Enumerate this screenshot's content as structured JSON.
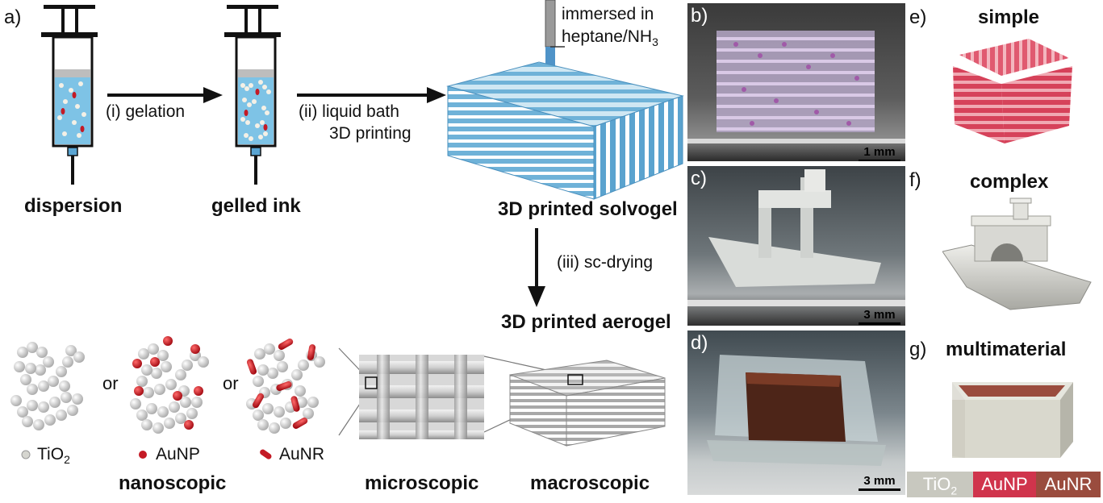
{
  "panel_labels": {
    "a": "a)",
    "b": "b)",
    "c": "c)",
    "d": "d)",
    "e": "e)",
    "f": "f)",
    "g": "g)"
  },
  "process": {
    "dispersion": "dispersion",
    "gelled_ink": "gelled ink",
    "step1": "(i) gelation",
    "step2_line1": "(ii) liquid bath",
    "step2_line2": "3D printing",
    "immersed_line1": "immersed in",
    "immersed_line2": "heptane/NH",
    "immersed_sub": "3",
    "solvogel": "3D printed solvogel",
    "step3": "(iii) sc-drying",
    "aerogel": "3D printed aerogel"
  },
  "scales": {
    "nanoscopic": "nanoscopic",
    "microscopic": "microscopic",
    "macroscopic": "macroscopic",
    "or1": "or",
    "or2": "or"
  },
  "particles": {
    "tio2": "TiO",
    "tio2_sub": "2",
    "aunp": "AuNP",
    "aunr": "AuNR"
  },
  "photos": {
    "scale_b": "1 mm",
    "scale_c": "3 mm",
    "scale_d": "3 mm"
  },
  "models": {
    "simple": "simple",
    "complex": "complex",
    "multimaterial": "multimaterial"
  },
  "legend": {
    "tio2": "TiO",
    "tio2_sub": "2",
    "aunp": "AuNP",
    "aunr": "AuNR",
    "colors": {
      "tio2": "#c8c8bf",
      "aunp": "#d0344c",
      "aunr": "#9a4c3e"
    }
  }
}
